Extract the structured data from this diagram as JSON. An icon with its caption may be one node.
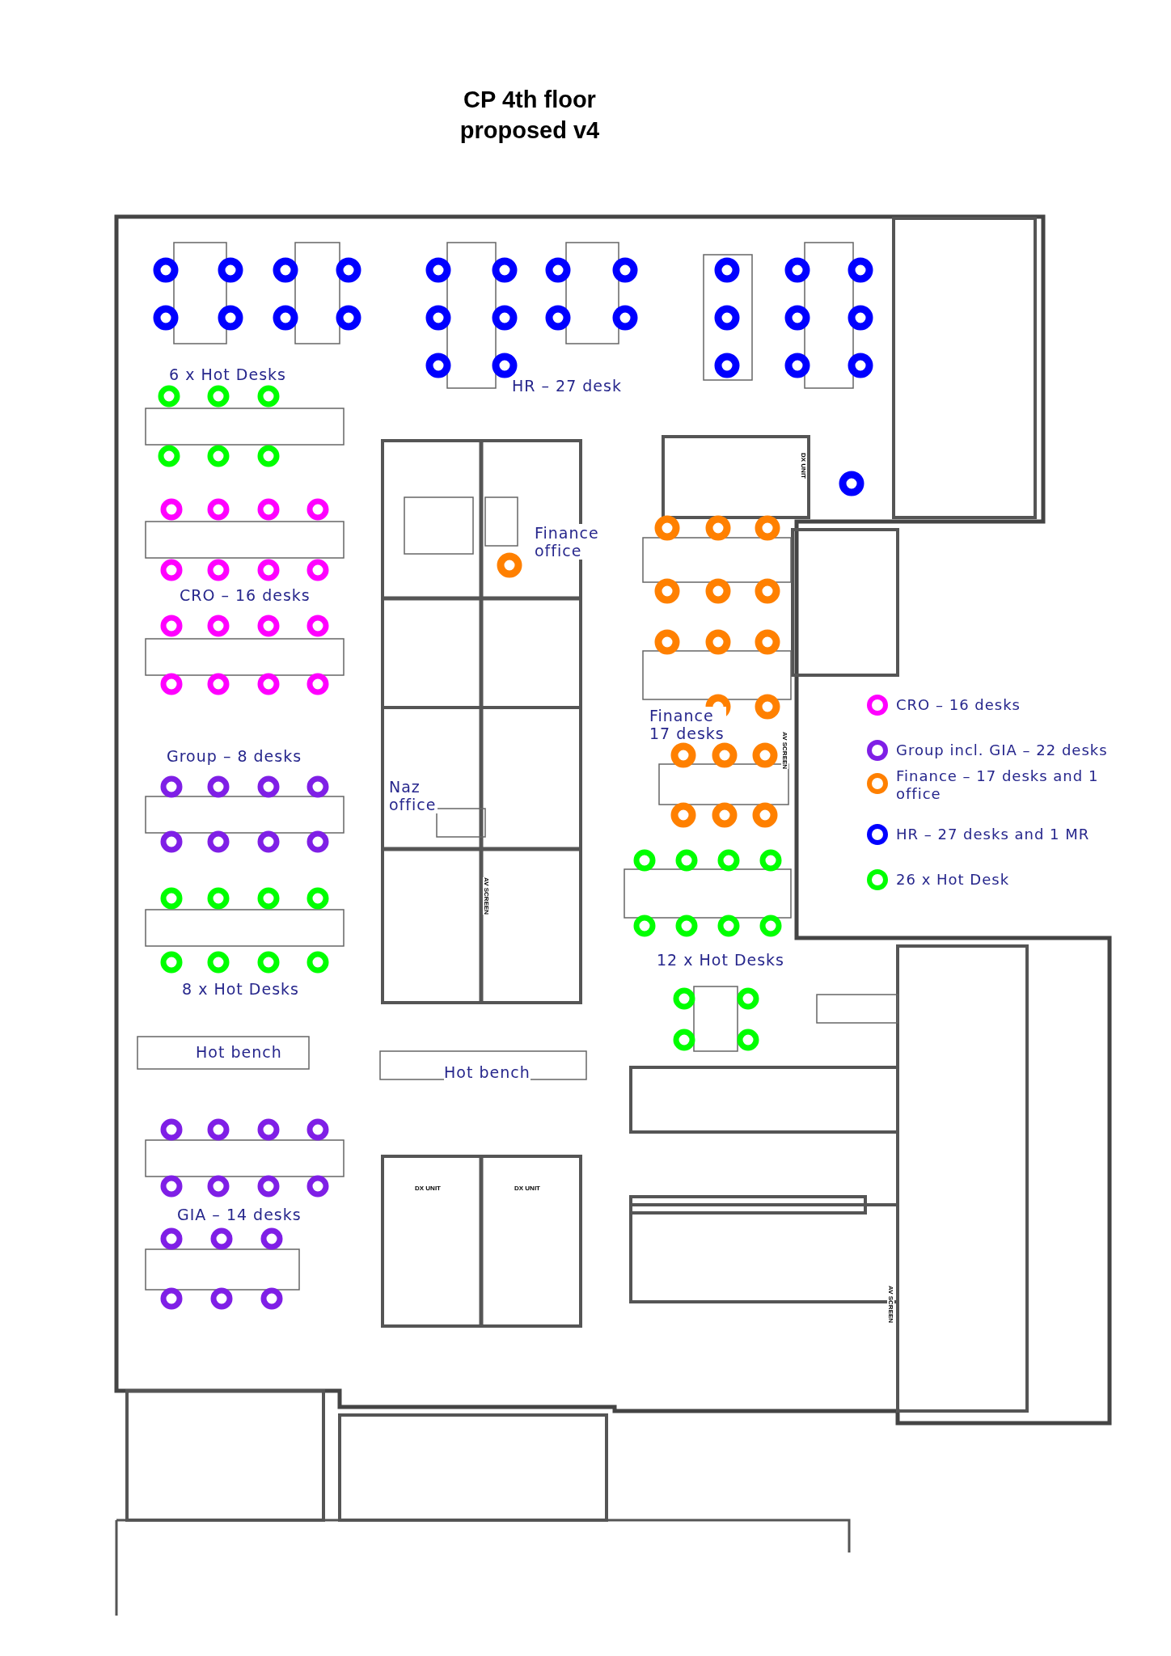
{
  "diagram": {
    "title": "CP 4th floor proposed v4",
    "labels": [
      "6 x Hot Desks",
      "HR – 27 desk",
      "Finance office",
      "CRO – 16 desks",
      "Finance 17 desks",
      "Group – 8 desks",
      "Naz office",
      "AV SCREEN",
      "DX UNIT",
      "AV SCREEN",
      "8 x Hot Desks",
      "12 x Hot Desks",
      "Hot bench",
      "Hot bench",
      "GIA – 14 desks",
      "DX UNIT",
      "DX UNIT",
      "AV SCREEN"
    ],
    "legend": [
      {
        "text": "CRO – 16 desks",
        "color": "#ff00ff"
      },
      {
        "text": "Group incl. GIA – 22 desks",
        "color": "#7f1fe6"
      },
      {
        "text": "Finance – 17 desks and 1 office",
        "color": "#ff8000"
      },
      {
        "text": "HR – 27 desks and 1 MR",
        "color": "#0000ff"
      },
      {
        "text": "26 x Hot Desk",
        "color": "#00ff00"
      }
    ]
  }
}
